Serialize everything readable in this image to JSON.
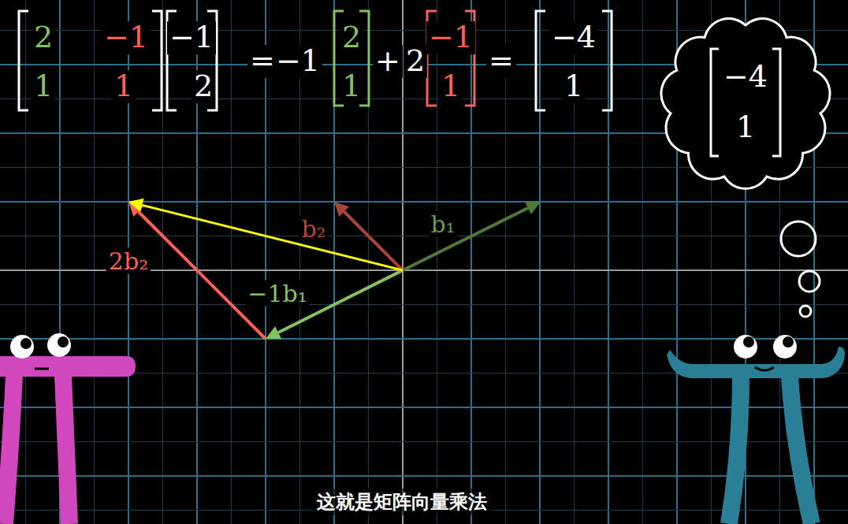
{
  "diagram": {
    "caption": "这就是矩阵向量乘法",
    "nodes": [
      {
        "text": [
          "−4",
          "1"
        ]
      }
    ],
    "labels": [
      "2",
      "−1",
      "1",
      "1",
      "−1",
      "2",
      "=",
      "−1",
      "2",
      "1",
      "+",
      "2",
      "−1",
      "1",
      "=",
      "−4",
      "1",
      "b₂",
      "b₁",
      "2b₂",
      "−1b₁"
    ]
  }
}
